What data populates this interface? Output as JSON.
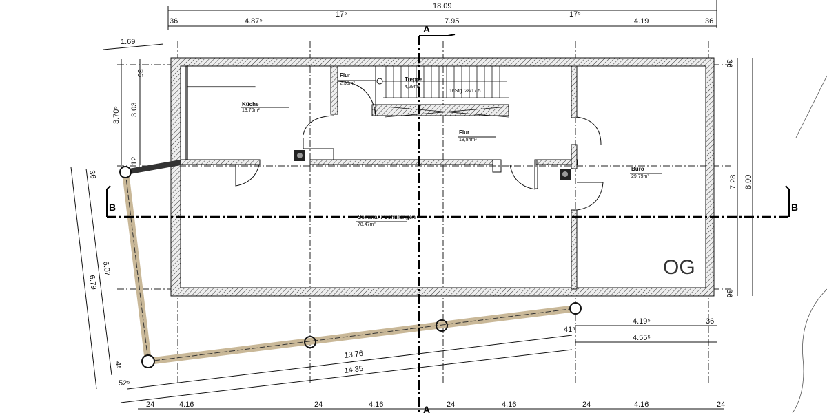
{
  "plan": {
    "floor_label": "OG",
    "rooms": [
      {
        "name": "Küche",
        "area": "13,70m²"
      },
      {
        "name": "Flur",
        "area": "2,38m²"
      },
      {
        "name": "Treppe",
        "area": "4,29m²"
      },
      {
        "name": "Flur",
        "area": "18,84m²"
      },
      {
        "name": "Büro",
        "area": "29,79m²"
      },
      {
        "name": "Seminar / Schulungen",
        "area": "78,47m²"
      }
    ],
    "stair_note": "16Stg. 28/17.5",
    "section_a": "A",
    "section_b": "B"
  },
  "dimensions": {
    "top_total": "18.09",
    "top": [
      "36",
      "4.87⁵",
      "17⁵",
      "7.95",
      "17⁵",
      "4.19",
      "36"
    ],
    "left": [
      "1.69",
      "36",
      "3.70⁵",
      "3.03",
      "12",
      "36",
      "6.79",
      "6.07",
      "4⁵"
    ],
    "right": [
      "36",
      "7.28",
      "8.00",
      "36"
    ],
    "bottom_right": [
      "4.19⁵",
      "36",
      "4.55⁵",
      "41⁵"
    ],
    "diagonal": [
      "13.76",
      "14.35",
      "52⁵"
    ],
    "bottom": [
      "24",
      "4.16",
      "24",
      "4.16",
      "24",
      "4.16",
      "24",
      "4.16",
      "24"
    ]
  }
}
